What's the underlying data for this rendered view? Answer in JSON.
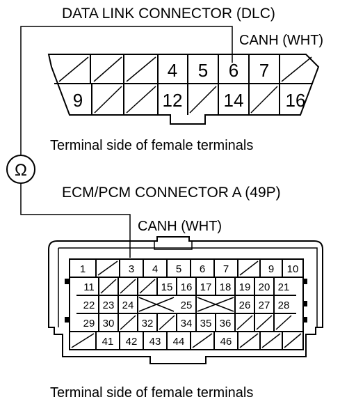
{
  "labels": {
    "dlc_title": "DATA LINK CONNECTOR (DLC)",
    "dlc_canh": "CANH (WHT)",
    "dlc_caption": "Terminal side of female terminals",
    "ohm_symbol": "Ω",
    "ecm_title": "ECM/PCM CONNECTOR A (49P)",
    "ecm_canh": "CANH (WHT)",
    "ecm_caption": "Terminal side of female terminals"
  },
  "dlc": {
    "row1": [
      "",
      "",
      "",
      "4",
      "5",
      "6",
      "7",
      ""
    ],
    "row2": [
      "9",
      "",
      "",
      "12",
      "",
      "14",
      "",
      "16"
    ]
  },
  "ecm": {
    "row1": [
      "1",
      "",
      "3",
      "4",
      "5",
      "6",
      "7",
      "",
      "9",
      "10"
    ],
    "row2": [
      "11",
      "",
      "",
      "",
      "15",
      "16",
      "17",
      "18",
      "19",
      "20",
      "21"
    ],
    "row3": [
      "22",
      "23",
      "24",
      "",
      "",
      "25",
      "",
      "",
      "26",
      "27",
      "28"
    ],
    "row4": [
      "29",
      "30",
      "",
      "32",
      "",
      "34",
      "35",
      "36",
      "",
      "",
      ""
    ],
    "row5": [
      "",
      "41",
      "42",
      "43",
      "44",
      "",
      "46",
      "",
      "",
      ""
    ]
  }
}
